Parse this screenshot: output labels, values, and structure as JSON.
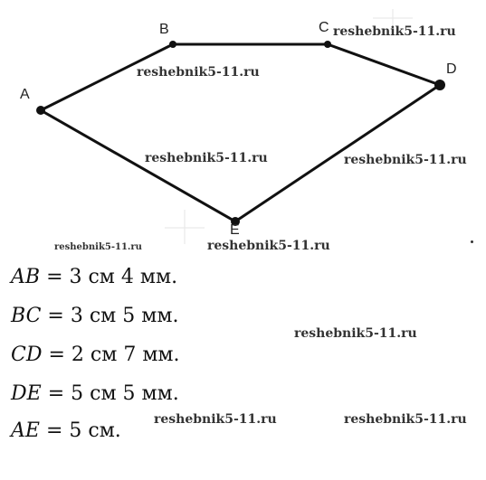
{
  "figure": {
    "vertices": [
      {
        "label": "A"
      },
      {
        "label": "B"
      },
      {
        "label": "C"
      },
      {
        "label": "D"
      },
      {
        "label": "E"
      }
    ],
    "segments": [
      [
        "A",
        "B"
      ],
      [
        "B",
        "C"
      ],
      [
        "C",
        "D"
      ],
      [
        "D",
        "E"
      ],
      [
        "E",
        "A"
      ]
    ],
    "line_color": "#111111"
  },
  "watermark": "reshebnik5-11.ru",
  "measurements": [
    {
      "segment": "AB",
      "value": "= 3 см 4 мм."
    },
    {
      "segment": "BC",
      "value": "= 3 см 5 мм."
    },
    {
      "segment": "CD",
      "value": "= 2 см 7 мм."
    },
    {
      "segment": "DE",
      "value": "= 5 см 5 мм."
    },
    {
      "segment": "AE",
      "value": "= 5 см."
    }
  ]
}
